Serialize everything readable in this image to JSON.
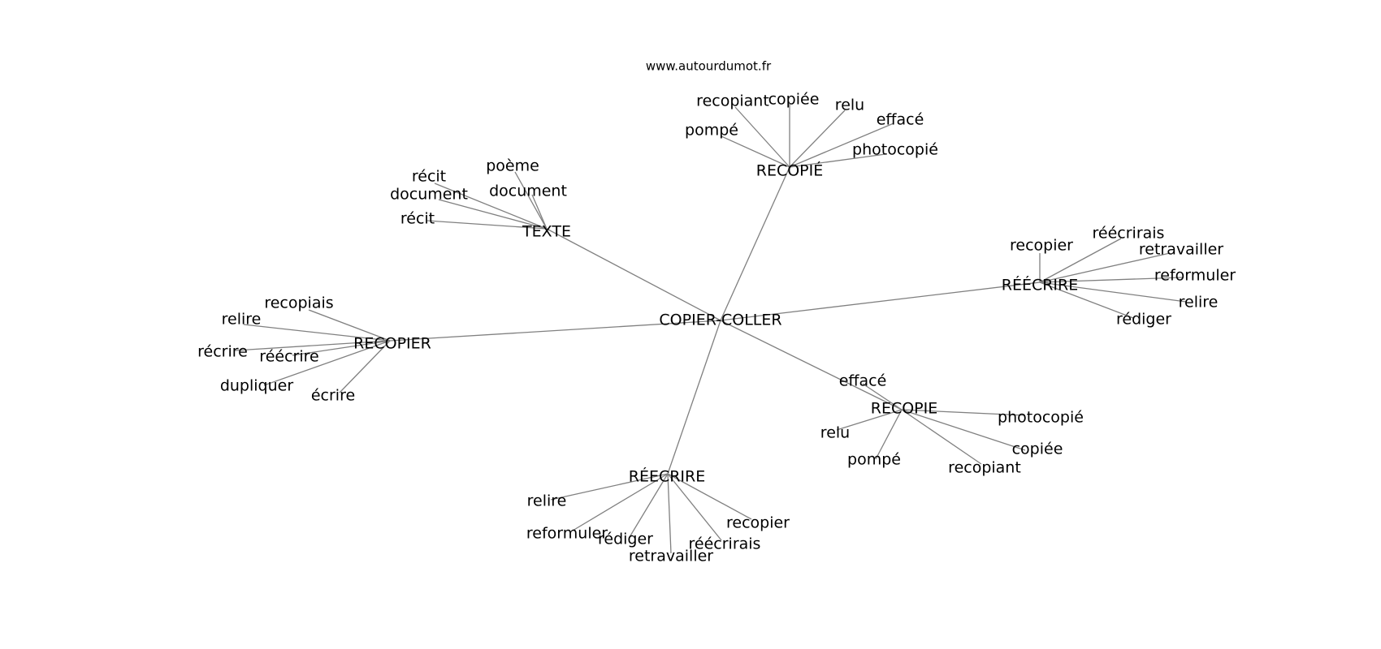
{
  "site_label": "www.autourdumot.fr",
  "root": "COPIER-COLLER",
  "hubs": [
    {
      "id": "recopie-accent",
      "label": "RECOPIÉ",
      "leaves": [
        "recopiant",
        "copiée",
        "relu",
        "effacé",
        "pompé",
        "photocopié"
      ]
    },
    {
      "id": "texte",
      "label": "TEXTE",
      "leaves": [
        "poème",
        "récit",
        "document",
        "document",
        "récit"
      ]
    },
    {
      "id": "reecrire-right",
      "label": "RÉÉCRIRE",
      "leaves": [
        "recopier",
        "réécrirais",
        "retravailler",
        "reformuler",
        "relire",
        "rédiger"
      ]
    },
    {
      "id": "recopier",
      "label": "RECOPIER",
      "leaves": [
        "recopiais",
        "relire",
        "récrire",
        "réécrire",
        "dupliquer",
        "écrire"
      ]
    },
    {
      "id": "recopie",
      "label": "RECOPIE",
      "leaves": [
        "effacé",
        "photocopié",
        "relu",
        "pompé",
        "copiée",
        "recopiant"
      ]
    },
    {
      "id": "reecrire-bottom",
      "label": "RÉECRIRE",
      "leaves": [
        "relire",
        "reformuler",
        "rédiger",
        "retravailler",
        "réécrirais",
        "recopier"
      ]
    }
  ]
}
